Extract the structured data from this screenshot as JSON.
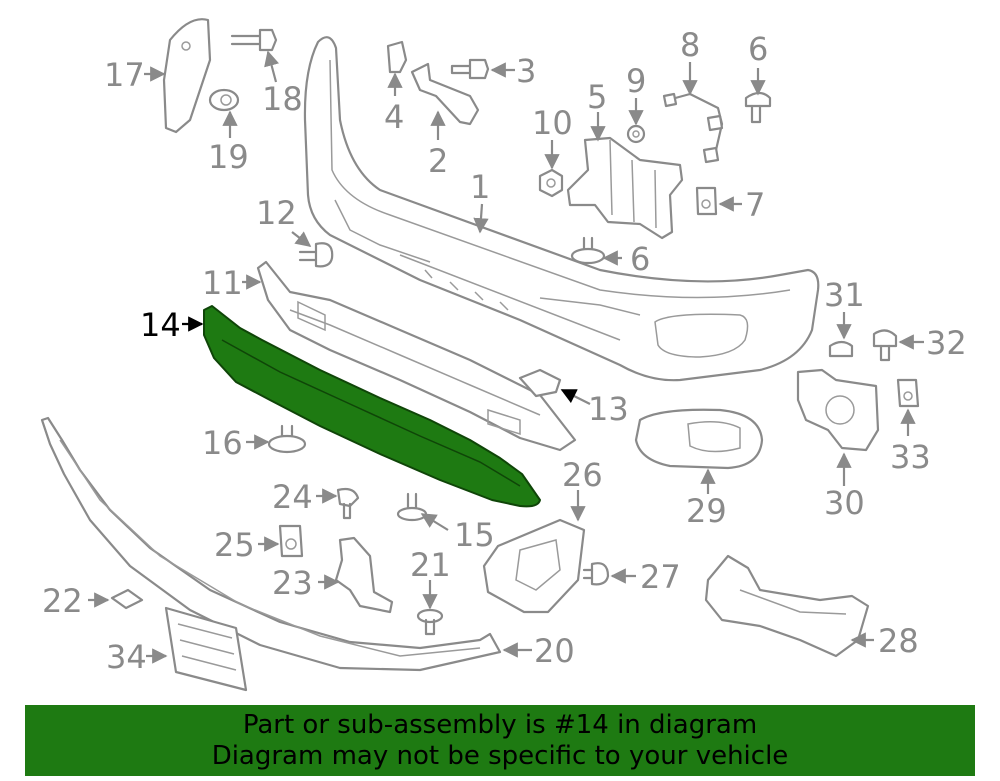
{
  "diagram": {
    "highlight_color": "#1e7a12",
    "line_color": "#8a8a8a",
    "highlighted_part": "14",
    "callouts": [
      "1",
      "2",
      "3",
      "4",
      "5",
      "6",
      "6",
      "7",
      "8",
      "9",
      "10",
      "11",
      "12",
      "13",
      "14",
      "15",
      "16",
      "17",
      "18",
      "19",
      "20",
      "21",
      "22",
      "23",
      "24",
      "25",
      "26",
      "27",
      "28",
      "29",
      "30",
      "31",
      "32",
      "33",
      "34"
    ]
  },
  "banner": {
    "line1": "Part or sub-assembly is #14 in diagram",
    "line2": "Diagram may not be specific to your vehicle"
  }
}
